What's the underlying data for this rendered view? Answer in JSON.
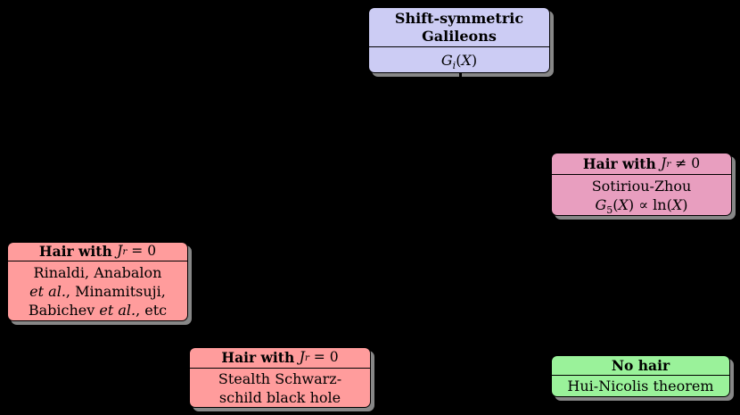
{
  "background": "#000000",
  "palette": {
    "lavender": "#ccccf4",
    "pink": "#e89ebf",
    "salmon": "#ff9c9c",
    "green": "#9af29a",
    "border": "#000000",
    "shadow": "#878787",
    "text": "#000000"
  },
  "connector": {
    "tick_color": "#000000"
  },
  "boxes": [
    {
      "id": "shift-symmetric-galileons",
      "title_line1": "Shift-symmetric",
      "title_line2": "Galileons",
      "formula": {
        "g": "G",
        "sub": "i",
        "open": "(",
        "x": "X",
        "close": ")"
      }
    },
    {
      "id": "hair-with-jr-neq-0",
      "title": {
        "prefix": "Hair with ",
        "j": "J",
        "sup": "r",
        "suffix": " ≠ 0"
      },
      "line1": "Sotiriou-Zhou",
      "formula": {
        "g": "G",
        "sub": "5",
        "open": "(",
        "x": "X",
        "close": ")",
        "mid": " ∝ ln(",
        "x2": "X",
        "end": ")"
      }
    },
    {
      "id": "hair-with-jr-0-left",
      "title": {
        "prefix": "Hair with ",
        "j": "J",
        "sup": "r",
        "suffix": " = 0"
      },
      "line1": "Rinaldi, Anabalon",
      "line2": {
        "etal": "et al.",
        "rest": ", Minamitsuji,"
      },
      "line3": {
        "pre": "Babichev ",
        "etal": "et al.",
        "rest": ", etc"
      }
    },
    {
      "id": "hair-with-jr-0-stealth",
      "title": {
        "prefix": "Hair with ",
        "j": "J",
        "sup": "r",
        "suffix": " = 0"
      },
      "line1": "Stealth Schwarz-",
      "line2": "schild black hole"
    },
    {
      "id": "no-hair",
      "title": "No hair",
      "line1": "Hui-Nicolis theorem"
    }
  ]
}
